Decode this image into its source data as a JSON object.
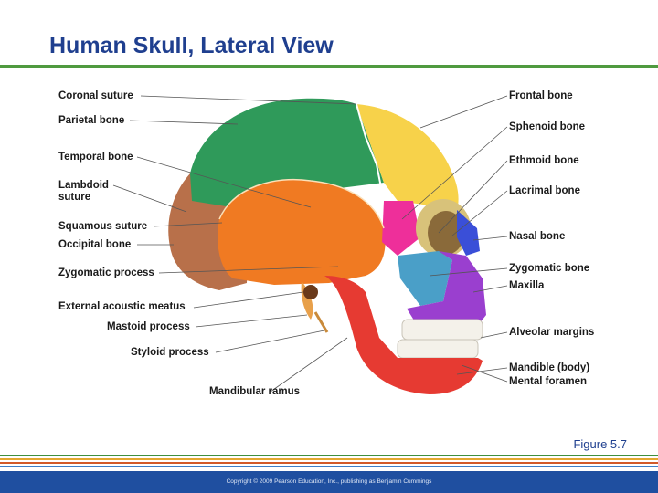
{
  "slide": {
    "title": "Human Skull, Lateral View",
    "figure": "Figure 5.7",
    "copyright": "Copyright © 2009 Pearson Education, Inc., publishing as Benjamin Cummings"
  },
  "labels_left": [
    "Coronal suture",
    "Parietal bone",
    "Temporal bone",
    "Lambdoid\nsuture",
    "Squamous suture",
    "Occipital bone",
    "Zygomatic process",
    "External acoustic meatus",
    "Mastoid process",
    "Styloid process",
    "Mandibular ramus"
  ],
  "labels_right": [
    "Frontal bone",
    "Sphenoid bone",
    "Ethmoid bone",
    "Lacrimal bone",
    "Nasal bone",
    "Zygomatic bone",
    "Maxilla",
    "Alveolar margins",
    "Mandible (body)",
    "Mental foramen"
  ],
  "colors": {
    "title": "#1f3f8f",
    "parietal": "#2f9a5a",
    "frontal": "#f7d24a",
    "temporal": "#f07a22",
    "occipital": "#b8704a",
    "sphenoid": "#ee2f9a",
    "maxilla": "#9a3fcf",
    "mandible": "#e63a32",
    "zygomatic": "#4a9fc8",
    "nasal": "#3a4fd8",
    "footer": "#1f4fa0"
  },
  "stripes": [
    "#3f8f3f",
    "#e3a72f",
    "#d25a2a",
    "#3f7fc8"
  ]
}
